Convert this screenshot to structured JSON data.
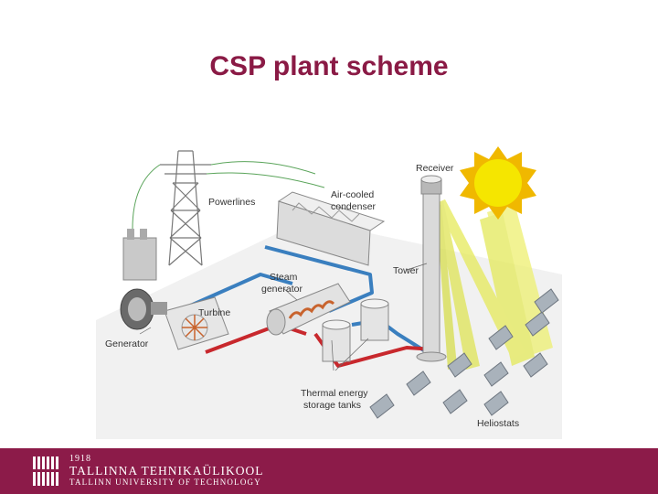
{
  "slide": {
    "title": "CSP plant scheme"
  },
  "diagram": {
    "labels": {
      "receiver": "Receiver",
      "powerlines": "Powerlines",
      "condenser_line1": "Air-cooled",
      "condenser_line2": "condenser",
      "tower": "Tower",
      "steam_line1": "Steam",
      "steam_line2": "generator",
      "turbine": "Turbine",
      "generator": "Generator",
      "storage_line1": "Thermal energy",
      "storage_line2": "storage tanks",
      "heliostats": "Heliostats"
    }
  },
  "footer": {
    "year": "1918",
    "name": "TALLINNA TEHNIKAÜLIKOOL",
    "subtitle": "TALLINN UNIVERSITY OF TECHNOLOGY"
  },
  "colors": {
    "title": "#8a1a45",
    "footer": "#8c1b49",
    "hot_pipe": "#c8282d",
    "cold_pipe": "#3a7fbf",
    "sun": "#f5e600",
    "beam": "#e9ec6a"
  }
}
